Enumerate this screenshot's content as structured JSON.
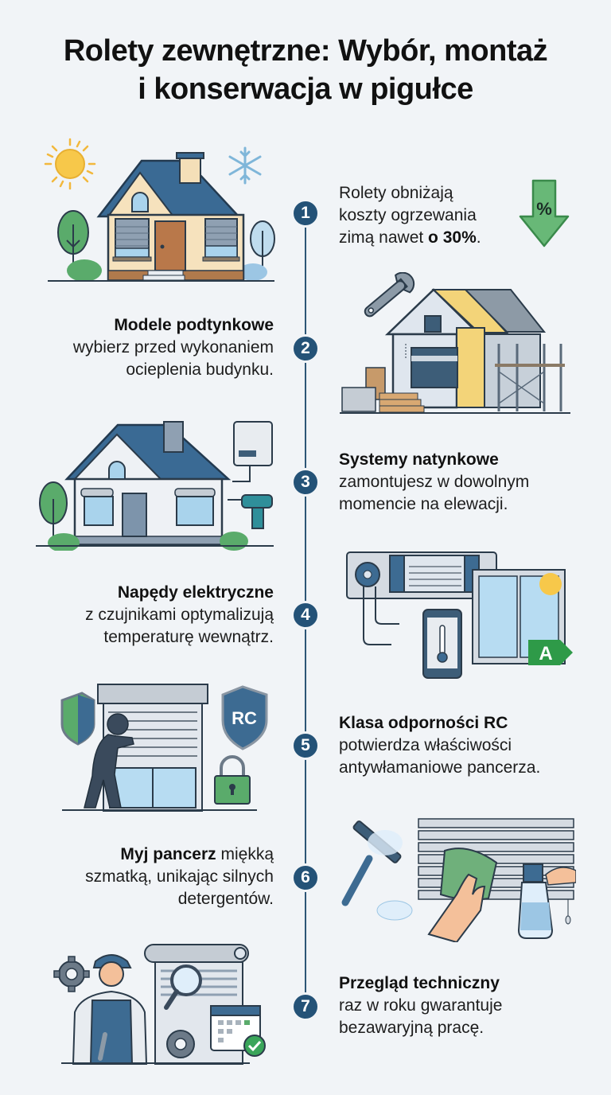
{
  "title": {
    "line1": "Rolety zewnętrzne: Wybór, montaż",
    "line2": "i konserwacja w pigułce"
  },
  "colors": {
    "background": "#f1f4f7",
    "badge": "#245277",
    "timeline": "#2d5676",
    "accent_green": "#5aab6b",
    "energy_green": "#2e9a48",
    "roof_blue": "#3a6a94",
    "sun_yellow": "#f5c443"
  },
  "steps": [
    {
      "number": "1",
      "side": "right",
      "lead": "",
      "text_lines": [
        "Rolety obniżają",
        "koszty ogrzewania",
        "zimą nawet "
      ],
      "bold_tail": "o 30%",
      "tail_punct": ".",
      "icons": [
        "house-with-blinds-icon",
        "sun-icon",
        "snowflake-icon",
        "percent-down-arrow-icon"
      ],
      "arrow_label": "%"
    },
    {
      "number": "2",
      "side": "left",
      "lead": "Modele podtynkowe",
      "text_lines": [
        "wybierz przed wykonaniem",
        "ocieplenia budynku."
      ],
      "icons": [
        "wrench-icon",
        "house-insulation-icon",
        "scaffolding-icon",
        "building-materials-icon"
      ]
    },
    {
      "number": "3",
      "side": "right",
      "lead": "Systemy natynkowe",
      "text_lines": [
        "zamontujesz w dowolnym",
        "momencie na elewacji."
      ],
      "icons": [
        "house-with-blinds-icon",
        "control-box-icon",
        "drill-icon"
      ]
    },
    {
      "number": "4",
      "side": "left",
      "lead": "Napędy elektryczne",
      "text_lines": [
        "z czujnikami optymalizują",
        "temperaturę wewnątrz."
      ],
      "icons": [
        "tubular-motor-icon",
        "smartphone-thermometer-icon",
        "window-sun-icon",
        "energy-class-icon"
      ],
      "energy_class": "A"
    },
    {
      "number": "5",
      "side": "right",
      "lead": "Klasa odporności RC",
      "text_lines": [
        "potwierdza właściwości",
        "antywłamaniowe pancerza."
      ],
      "icons": [
        "burglar-icon",
        "roller-shutter-icon",
        "shield-icon",
        "rc-shield-icon",
        "padlock-icon"
      ],
      "shield_label": "RC"
    },
    {
      "number": "6",
      "side": "left",
      "lead": "Myj pancerz",
      "lead_inline_rest": " miękką",
      "text_lines": [
        "szmatką, unikając silnych",
        "detergentów."
      ],
      "icons": [
        "squeegee-icon",
        "cloth-hand-icon",
        "spray-bottle-icon",
        "blinds-icon"
      ]
    },
    {
      "number": "7",
      "side": "right",
      "lead": "Przegląd techniczny",
      "text_lines": [
        "raz w roku gwarantuje",
        "bezawaryjną pracę."
      ],
      "icons": [
        "technician-icon",
        "magnifier-icon",
        "gear-icon",
        "calendar-check-icon",
        "roller-shutter-icon"
      ]
    }
  ]
}
